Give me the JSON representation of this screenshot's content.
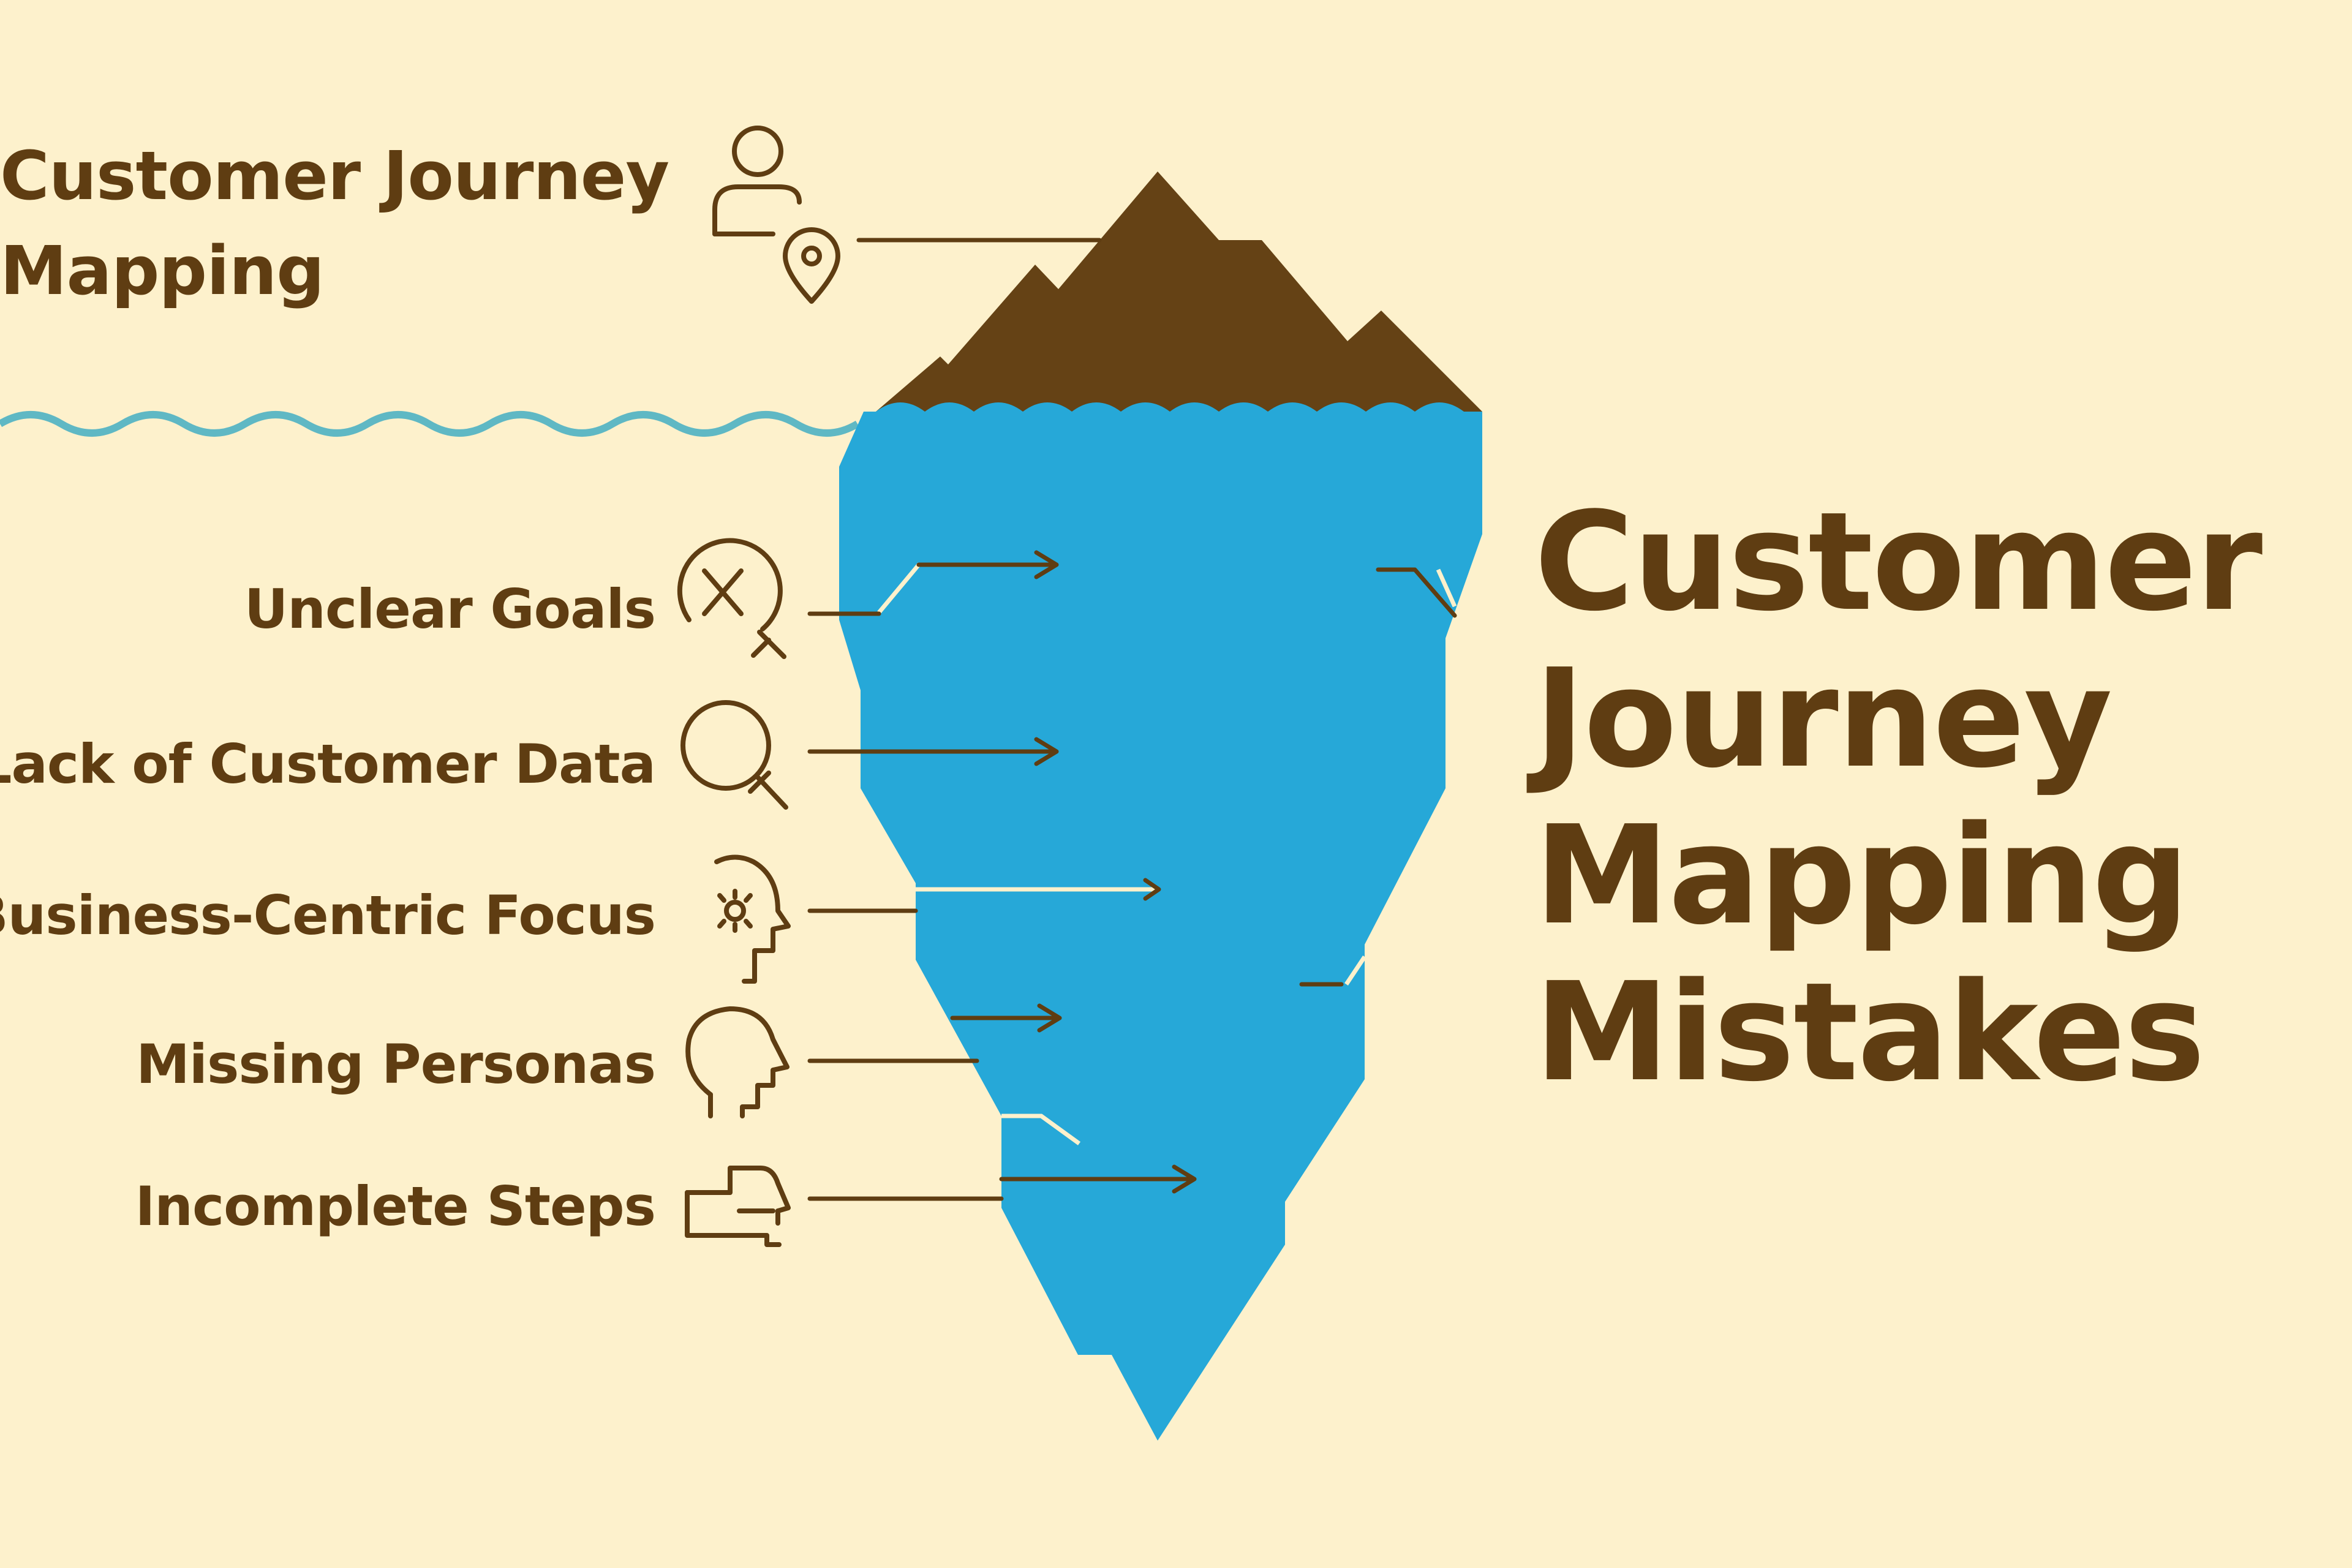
{
  "top_label": {
    "line1": "Customer Journey",
    "line2": "Mapping",
    "icon": "user-location-icon"
  },
  "title": {
    "line1": "Customer",
    "line2": "Journey",
    "line3": "Mapping",
    "line4": "Mistakes"
  },
  "mistakes": [
    {
      "label": "Unclear Goals",
      "icon": "unclear-goals-icon"
    },
    {
      "label": "Lack of Customer Data",
      "icon": "magnifier-icon"
    },
    {
      "label": "Business-Centric Focus",
      "icon": "head-gear-icon"
    },
    {
      "label": "Missing Personas",
      "icon": "head-icon"
    },
    {
      "label": "Incomplete Steps",
      "icon": "steps-icon"
    }
  ],
  "colors": {
    "background": "#fdf1cc",
    "ink": "#5f3d12",
    "iceberg_top": "#654215",
    "water": "#26a8d8",
    "waterline": "#5fb8c4"
  }
}
